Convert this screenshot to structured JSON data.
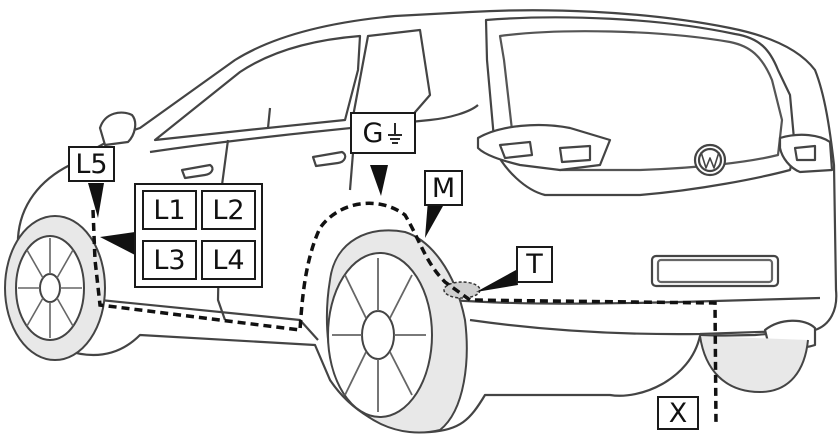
{
  "labels": {
    "l5": "L5",
    "l1": "L1",
    "l2": "L2",
    "l3": "L3",
    "l4": "L4",
    "g": "G",
    "m": "M",
    "t": "T",
    "x": "X"
  },
  "icons": {
    "ground": "ground-icon"
  },
  "colors": {
    "line": "#444444",
    "fill": "#ffffff",
    "tire": "#e8e8e8",
    "wire": "#111111"
  }
}
